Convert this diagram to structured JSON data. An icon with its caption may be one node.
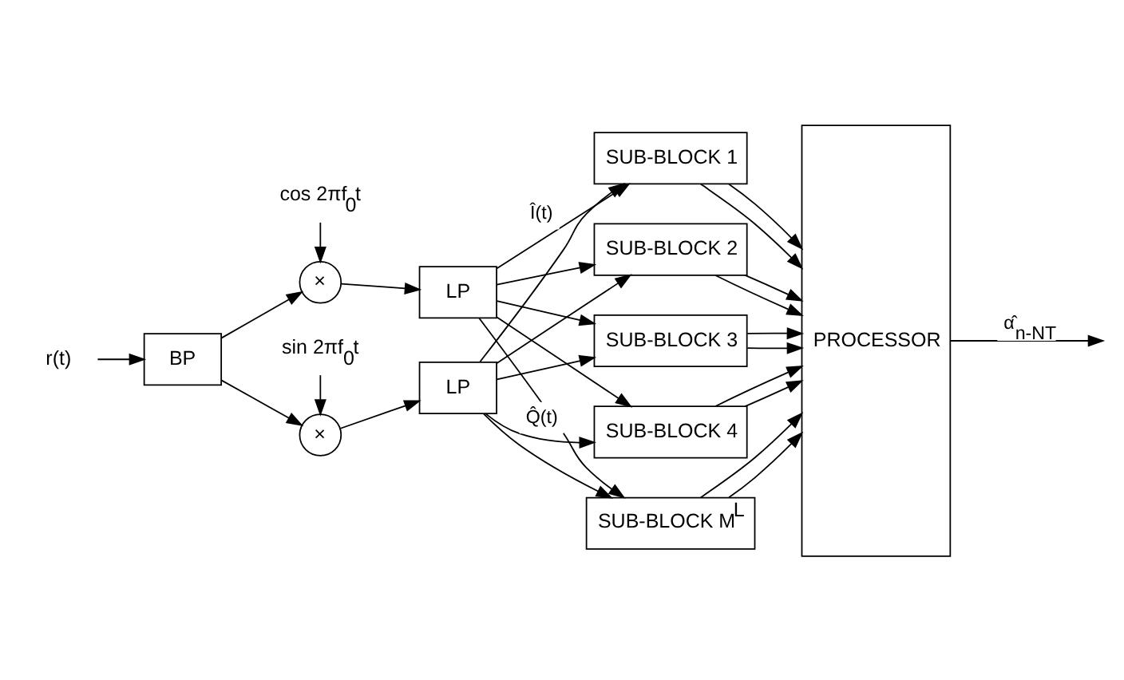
{
  "diagram": {
    "nodes": [
      {
        "text": [
          "r(t)"
        ]
      },
      {
        "text": [
          "BP"
        ]
      },
      {
        "text": [
          "cos 2πf$_{0}$t"
        ]
      },
      {
        "text": [
          "×"
        ]
      },
      {
        "text": [
          "sin 2πf$_{0}$t"
        ]
      },
      {
        "text": [
          "×"
        ]
      },
      {
        "text": [
          "LP"
        ]
      },
      {
        "text": [
          "LP"
        ]
      },
      {
        "text": [
          "SUB-BLOCK 1"
        ]
      },
      {
        "text": [
          "SUB-BLOCK 2"
        ]
      },
      {
        "text": [
          "SUB-BLOCK 3"
        ]
      },
      {
        "text": [
          "SUB-BLOCK 4"
        ]
      },
      {
        "text": [
          "SUB-BLOCK M$^{L}$"
        ]
      },
      {
        "text": [
          "PROCESSOR"
        ]
      }
    ],
    "edges": [
      {
        "from": 0,
        "to": 1,
        "arrow": "to"
      },
      {
        "from": 1,
        "to": 3,
        "arrow": "to"
      },
      {
        "from": 1,
        "to": 5,
        "arrow": "to"
      },
      {
        "from": 2,
        "to": 3,
        "arrow": "to"
      },
      {
        "from": 4,
        "to": 5,
        "arrow": "to"
      },
      {
        "from": 3,
        "to": 6,
        "arrow": "to"
      },
      {
        "from": 5,
        "to": 7,
        "arrow": "to"
      },
      {
        "from": 6,
        "to": 8,
        "arrow": "to",
        "label": "Î(t)"
      },
      {
        "from": 6,
        "to": 9,
        "arrow": "to"
      },
      {
        "from": 6,
        "to": 10,
        "arrow": "to"
      },
      {
        "from": 6,
        "to": 11,
        "arrow": "to"
      },
      {
        "from": 6,
        "to": 12,
        "arrow": "to"
      },
      {
        "from": 7,
        "to": 8,
        "arrow": "to"
      },
      {
        "from": 7,
        "to": 9,
        "arrow": "to"
      },
      {
        "from": 7,
        "to": 10,
        "arrow": "to"
      },
      {
        "from": 7,
        "to": 11,
        "arrow": "to",
        "label": "Q̂(t)"
      },
      {
        "from": 7,
        "to": 12,
        "arrow": "to"
      },
      {
        "from": 8,
        "to": 13,
        "arrow": "to"
      },
      {
        "from": 8,
        "to": 13,
        "arrow": "to"
      },
      {
        "from": 9,
        "to": 13,
        "arrow": "to"
      },
      {
        "from": 9,
        "to": 13,
        "arrow": "to"
      },
      {
        "from": 10,
        "to": 13,
        "arrow": "to"
      },
      {
        "from": 10,
        "to": 13,
        "arrow": "to"
      },
      {
        "from": 11,
        "to": 13,
        "arrow": "to"
      },
      {
        "from": 11,
        "to": 13,
        "arrow": "to"
      },
      {
        "from": 12,
        "to": 13,
        "arrow": "to"
      },
      {
        "from": 12,
        "to": 13,
        "arrow": "to"
      },
      {
        "from": 13,
        "to": null,
        "arrow": "to",
        "label": "α̂$_{n-NT}$"
      }
    ]
  }
}
